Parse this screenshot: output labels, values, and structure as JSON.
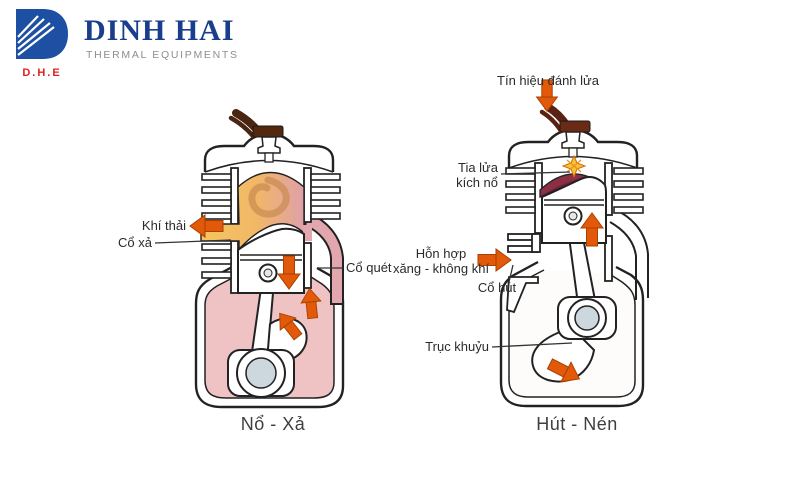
{
  "brand": {
    "monogram": "D.H.E",
    "name": "DINH HAI",
    "tagline": "THERMAL EQUIPMENTS"
  },
  "left_diagram": {
    "caption": "Nổ - Xả",
    "labels": {
      "exhaust_gas": "Khí thải",
      "exhaust_port": "Cổ xả",
      "scavenging_port": "Cổ quét"
    }
  },
  "right_diagram": {
    "caption": "Hút - Nén",
    "labels": {
      "ignition_signal": "Tín hiệu đánh lửa",
      "spark_line1": "Tia lửa",
      "spark_line2": "kích nổ",
      "mixture_line1": "Hỗn hợp",
      "mixture_line2": "xăng - không khí",
      "intake_port": "Cổ hút",
      "crankshaft": "Trục khuỷu"
    }
  },
  "colors": {
    "brand_blue": "#1d4fa3",
    "brand_navy_text": "#1a3e8c",
    "monogram_red": "#e02020",
    "tagline_gray": "#8e8e8e",
    "arrow_orange": "#e2590a",
    "combustion_yellow": "#f6c55f",
    "combustion_pink": "#dfa0a8",
    "swirl_orange": "#c98a52",
    "passage_pink": "#e2a7ae",
    "crankcase_pink": "#efc2c4",
    "compressed_charge_maroon": "#8c2e44",
    "spark_yellow": "#f5c531",
    "outline_dark": "#222222"
  }
}
